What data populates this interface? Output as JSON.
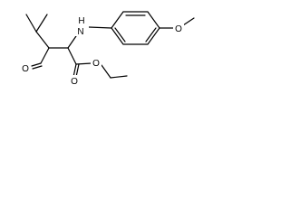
{
  "molecule": {
    "atoms": {
      "amine_nitrogen": "N",
      "amine_hydrogen": "H",
      "aldehyde_oxygen": "O",
      "ester_carbonyl_oxygen": "O",
      "ester_ether_oxygen": "O",
      "methoxy_oxygen": "O"
    }
  }
}
